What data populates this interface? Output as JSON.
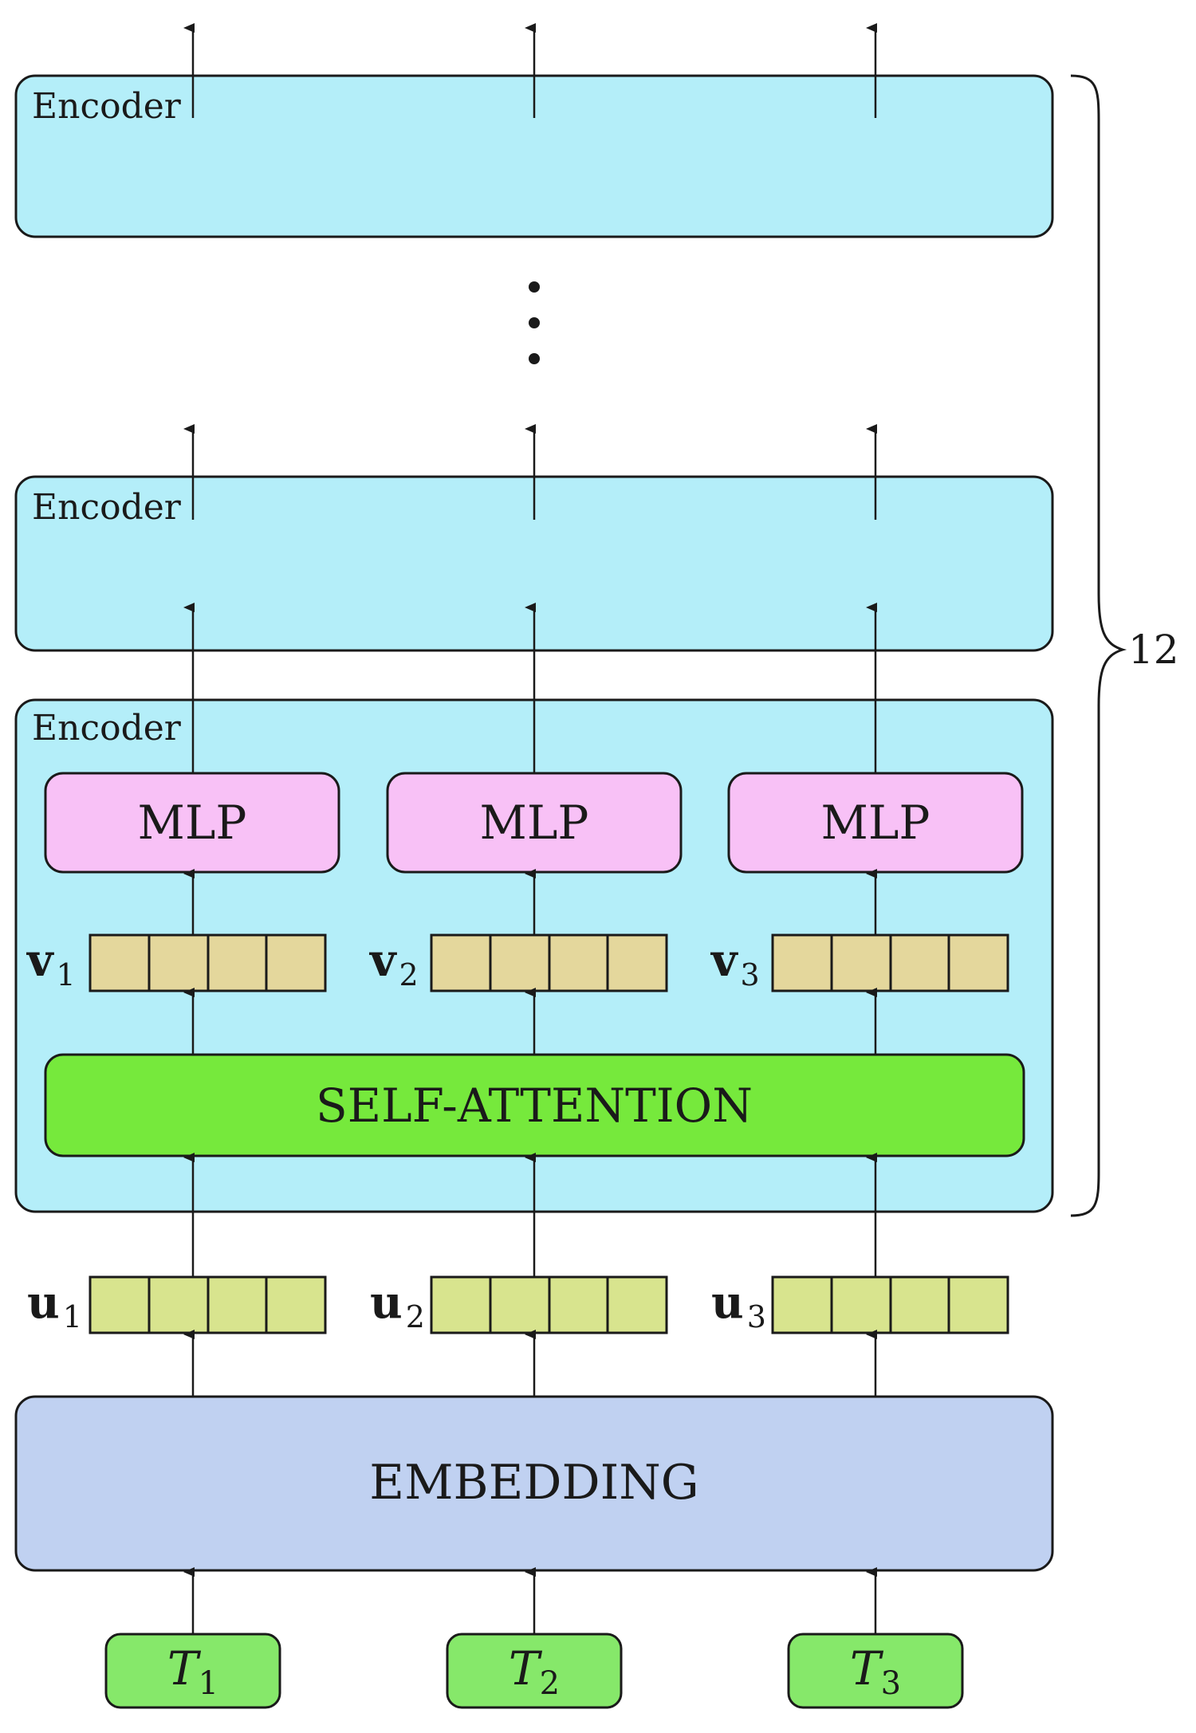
{
  "encoders": [
    {
      "label": "Encoder"
    },
    {
      "label": "Encoder"
    },
    {
      "label": "Encoder"
    }
  ],
  "mlp_label": "MLP",
  "self_attention_label": "SELF-ATTENTION",
  "embedding_label": "EMBEDDING",
  "brace_label": "12",
  "v_vectors": [
    {
      "base": "v",
      "sub": "1"
    },
    {
      "base": "v",
      "sub": "2"
    },
    {
      "base": "v",
      "sub": "3"
    }
  ],
  "u_vectors": [
    {
      "base": "u",
      "sub": "1"
    },
    {
      "base": "u",
      "sub": "2"
    },
    {
      "base": "u",
      "sub": "3"
    }
  ],
  "tokens": [
    {
      "base": "T",
      "sub": "1"
    },
    {
      "base": "T",
      "sub": "2"
    },
    {
      "base": "T",
      "sub": "3"
    }
  ],
  "colors": {
    "encoder_fill": "#b4eef9",
    "mlp_fill": "#f8c1f6",
    "v_cell_fill": "#e4d79c",
    "u_cell_fill": "#d8e48e",
    "self_attention_fill": "#76e93c",
    "embedding_fill": "#c0d1f1",
    "token_fill": "#86e86a",
    "stroke": "#1a1a1a"
  }
}
